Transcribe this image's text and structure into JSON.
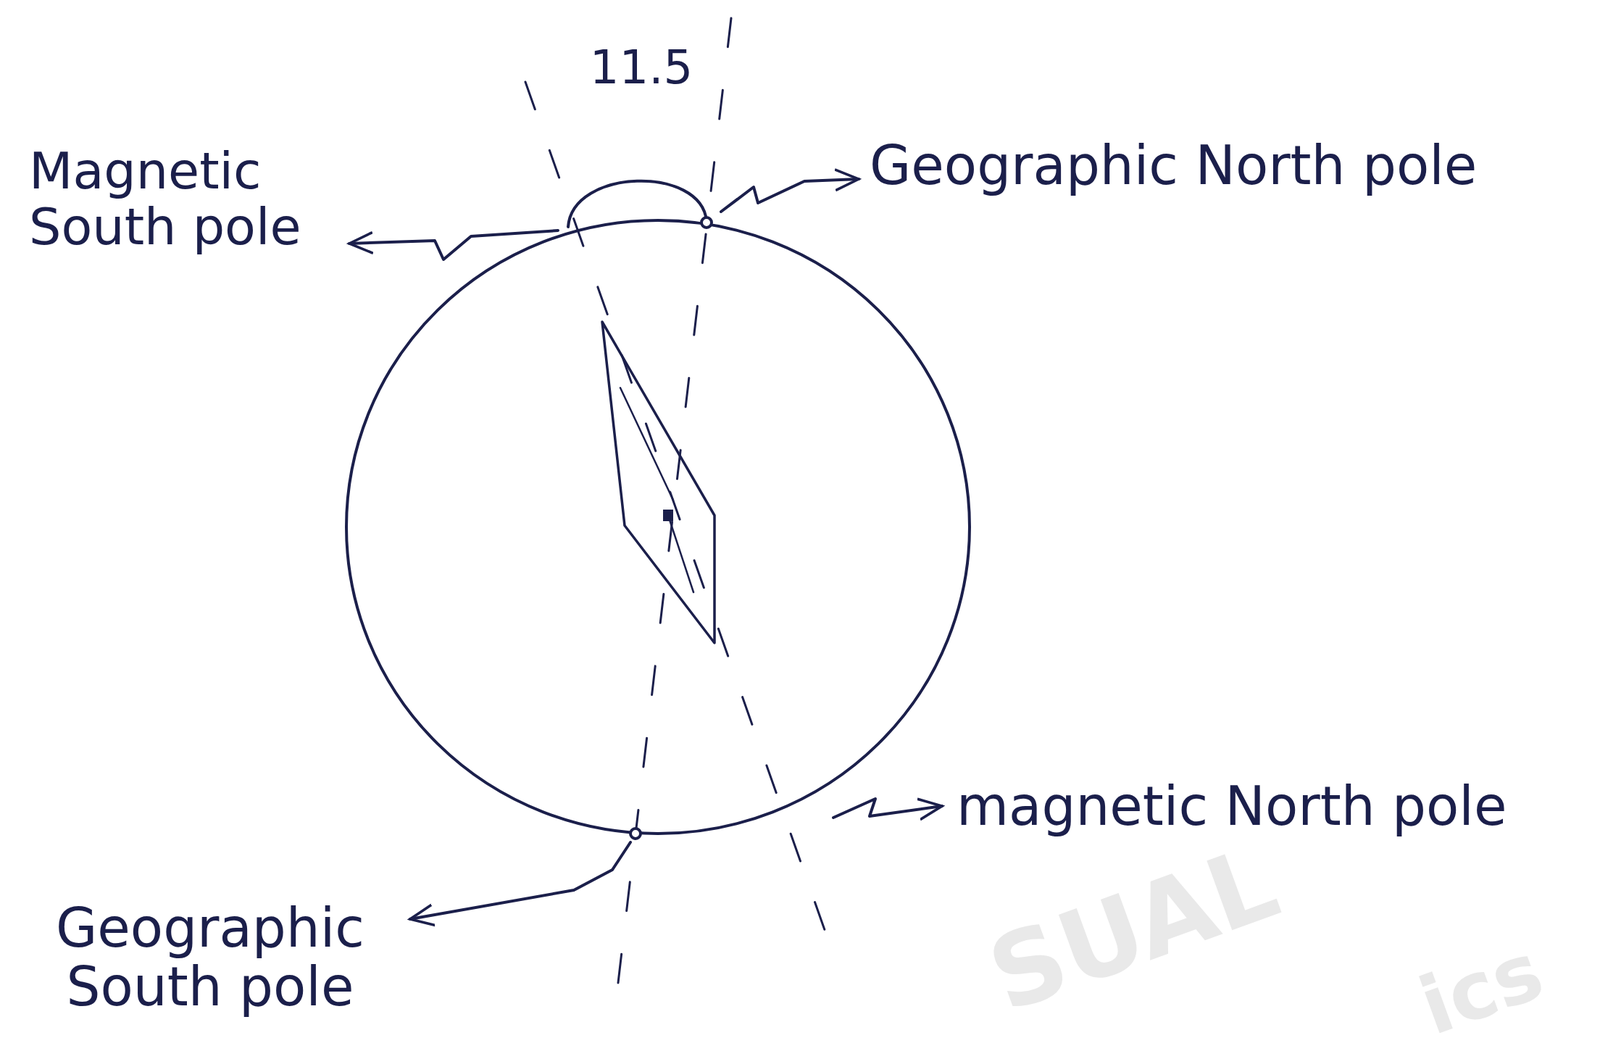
{
  "diagram": {
    "labels": [
      "11.5",
      "Magnetic South pole",
      "Geographic North pole",
      "magnetic North pole",
      "Geographic South pole",
      "SUAL",
      "ics"
    ]
  }
}
